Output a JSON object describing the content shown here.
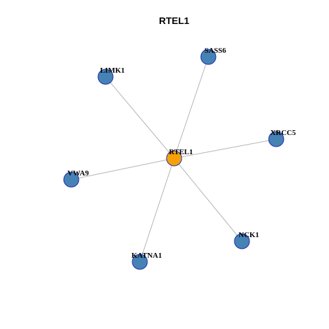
{
  "title": "RTEL1",
  "colors": {
    "center_node": "#f5a20a",
    "leaf_node": "#4682b4",
    "node_border": "#1f2fb0",
    "edge": "#b4b4b4"
  },
  "network": {
    "center": "RTEL1",
    "nodes": [
      {
        "id": "center",
        "label": "RTEL1",
        "role": "center"
      },
      {
        "id": "sass6",
        "label": "SASS6",
        "role": "leaf"
      },
      {
        "id": "limk1",
        "label": "LIMK1",
        "role": "leaf"
      },
      {
        "id": "xrcc5",
        "label": "XRCC5",
        "role": "leaf"
      },
      {
        "id": "vwa9",
        "label": "VWA9",
        "role": "leaf"
      },
      {
        "id": "nck1",
        "label": "NCK1",
        "role": "leaf"
      },
      {
        "id": "katna1",
        "label": "KATNA1",
        "role": "leaf"
      }
    ],
    "edges": [
      {
        "from": "center",
        "to": "sass6"
      },
      {
        "from": "center",
        "to": "limk1"
      },
      {
        "from": "center",
        "to": "xrcc5"
      },
      {
        "from": "center",
        "to": "vwa9"
      },
      {
        "from": "center",
        "to": "nck1"
      },
      {
        "from": "center",
        "to": "katna1"
      }
    ]
  }
}
